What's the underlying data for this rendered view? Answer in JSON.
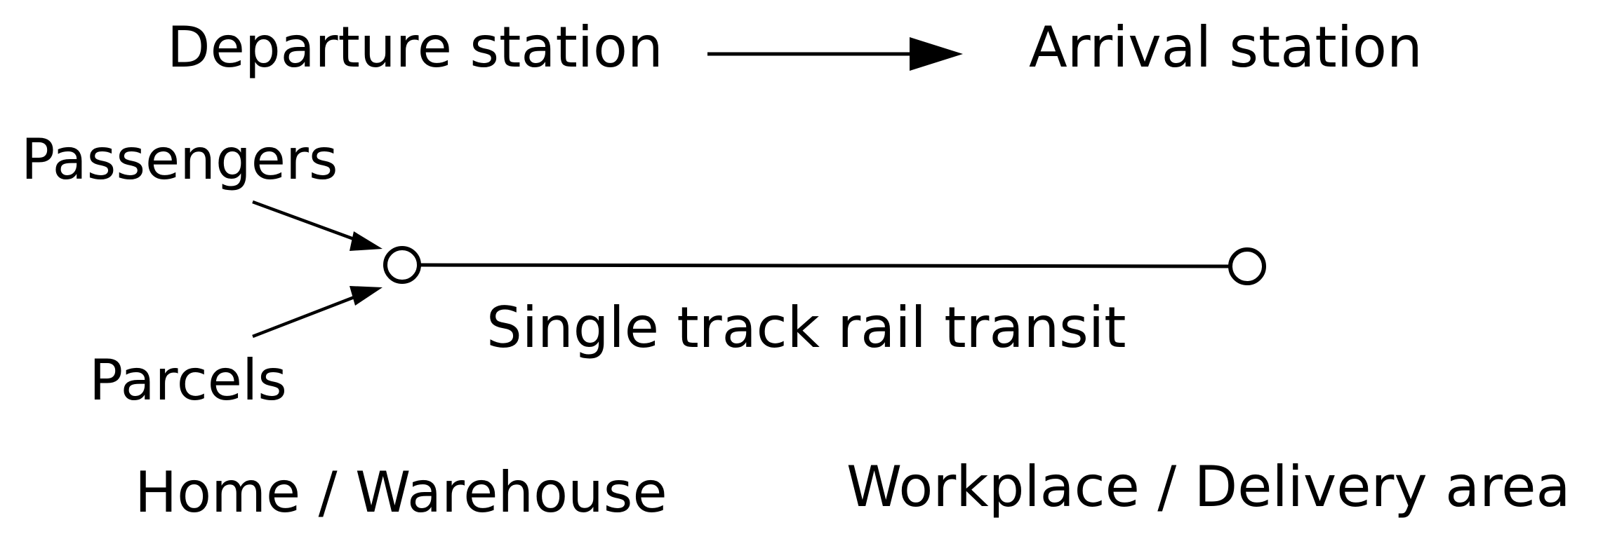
{
  "diagram": {
    "departure_label": "Departure station",
    "arrival_label": "Arrival station",
    "passengers_label": "Passengers",
    "parcels_label": "Parcels",
    "track_label": "Single track rail transit",
    "origin_label": "Home / Warehouse",
    "destination_label": "Workplace / Delivery area"
  },
  "colors": {
    "stroke": "#000000",
    "background": "#ffffff"
  }
}
